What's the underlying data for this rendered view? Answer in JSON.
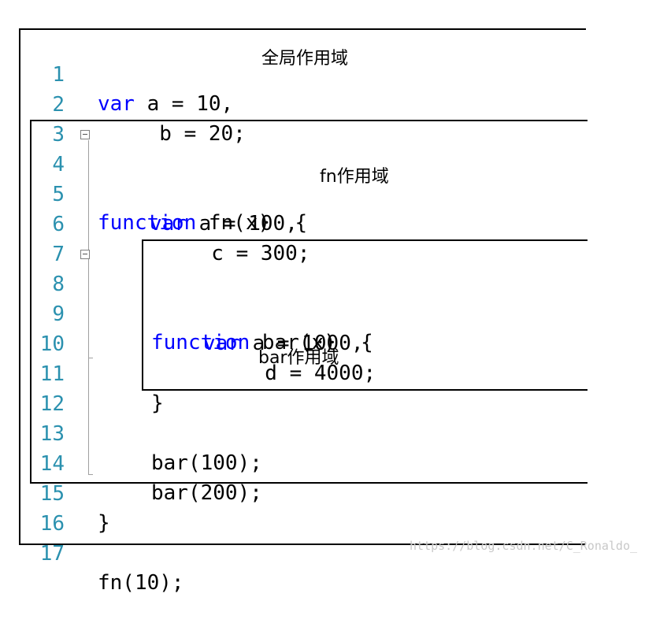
{
  "editor": {
    "lines": [
      {
        "num": "1",
        "kw": "var",
        "text": " a = 10,"
      },
      {
        "num": "2",
        "kw": "",
        "text": "     b = 20;"
      },
      {
        "num": "3",
        "kw": "",
        "text": ""
      },
      {
        "num": "4",
        "kw": "function",
        "text": " fn(x)  {"
      },
      {
        "num": "5",
        "kw": "var",
        "text": " a = 100,"
      },
      {
        "num": "6",
        "kw": "",
        "text": "     c = 300;"
      },
      {
        "num": "7",
        "kw": "",
        "text": ""
      },
      {
        "num": "8",
        "kw": "function",
        "text": " bar(x)  {"
      },
      {
        "num": "9",
        "kw": "var",
        "text": " a = 1000,"
      },
      {
        "num": "10",
        "kw": "",
        "text": "     d = 4000;"
      },
      {
        "num": "11",
        "kw": "",
        "text": "}"
      },
      {
        "num": "12",
        "kw": "",
        "text": ""
      },
      {
        "num": "13",
        "kw": "",
        "text": "bar(100);"
      },
      {
        "num": "14",
        "kw": "",
        "text": "bar(200);"
      },
      {
        "num": "15",
        "kw": "",
        "text": "}"
      },
      {
        "num": "16",
        "kw": "",
        "text": ""
      },
      {
        "num": "17",
        "kw": "",
        "text": "fn(10);"
      }
    ]
  },
  "annotations": {
    "global": "全局作用域",
    "fn": "fn作用域",
    "bar": "bar作用域"
  },
  "watermark": "https://blog.csdn.net/C_Ronaldo_",
  "colors": {
    "keyword": "#0000ff",
    "line_number": "#2b91af",
    "text": "#000000"
  }
}
